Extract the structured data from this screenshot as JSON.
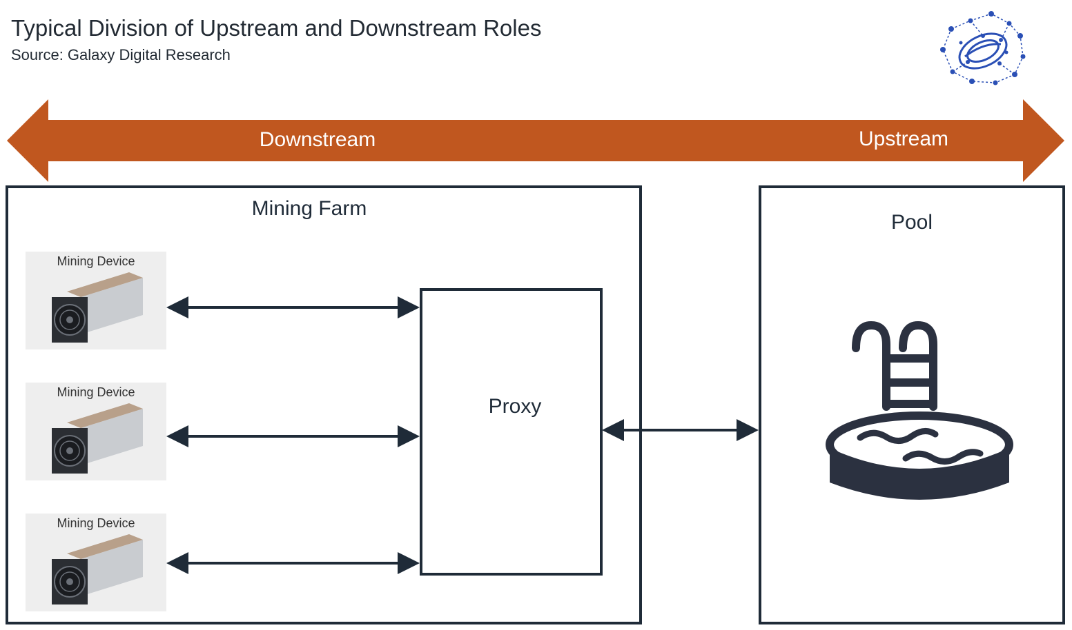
{
  "header": {
    "title": "Typical Division of Upstream and Downstream Roles",
    "subtitle": "Source: Galaxy Digital Research"
  },
  "band": {
    "left_label": "Downstream",
    "right_label": "Upstream",
    "color": "#c0571f"
  },
  "mining_farm": {
    "title": "Mining Farm",
    "devices": [
      {
        "label": "Mining Device"
      },
      {
        "label": "Mining Device"
      },
      {
        "label": "Mining Device"
      }
    ]
  },
  "proxy": {
    "label": "Proxy"
  },
  "pool": {
    "title": "Pool"
  },
  "icons": [
    "galaxy-logo-icon",
    "mining-device-icon",
    "swimming-pool-icon"
  ],
  "colors": {
    "box_stroke": "#1f2b38",
    "logo_blue": "#2a4fb5"
  }
}
